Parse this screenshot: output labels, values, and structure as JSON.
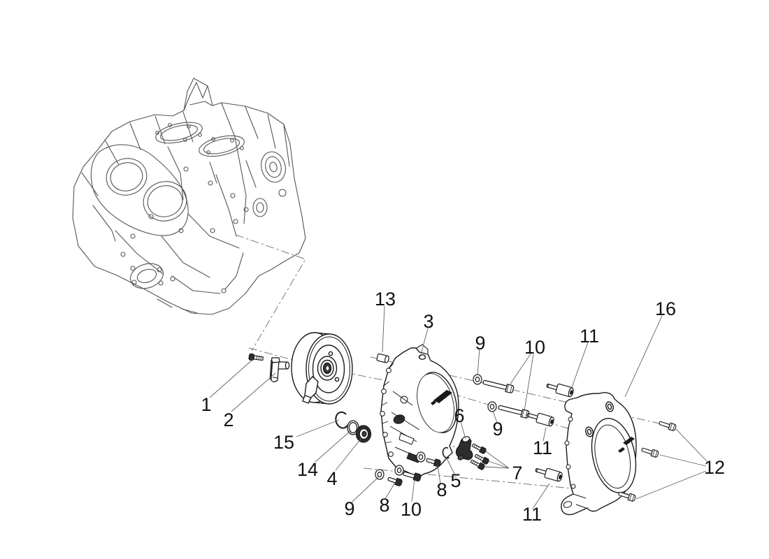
{
  "figure": {
    "background": "#ffffff",
    "part_line_color": "#1a1a1a",
    "engine_line_color": "#555555",
    "leader_line_color": "#606060",
    "axis_line_color": "#777777",
    "dark_fill_color": "#2d2d2d"
  },
  "callouts": [
    {
      "label": "1"
    },
    {
      "label": "2"
    },
    {
      "label": "3"
    },
    {
      "label": "4"
    },
    {
      "label": "5"
    },
    {
      "label": "6"
    },
    {
      "label": "7"
    },
    {
      "label": "8"
    },
    {
      "label": "8"
    },
    {
      "label": "9"
    },
    {
      "label": "9"
    },
    {
      "label": "9"
    },
    {
      "label": "10"
    },
    {
      "label": "10"
    },
    {
      "label": "11"
    },
    {
      "label": "11"
    },
    {
      "label": "11"
    },
    {
      "label": "12"
    },
    {
      "label": "13"
    },
    {
      "label": "14"
    },
    {
      "label": "15"
    },
    {
      "label": "16"
    }
  ]
}
